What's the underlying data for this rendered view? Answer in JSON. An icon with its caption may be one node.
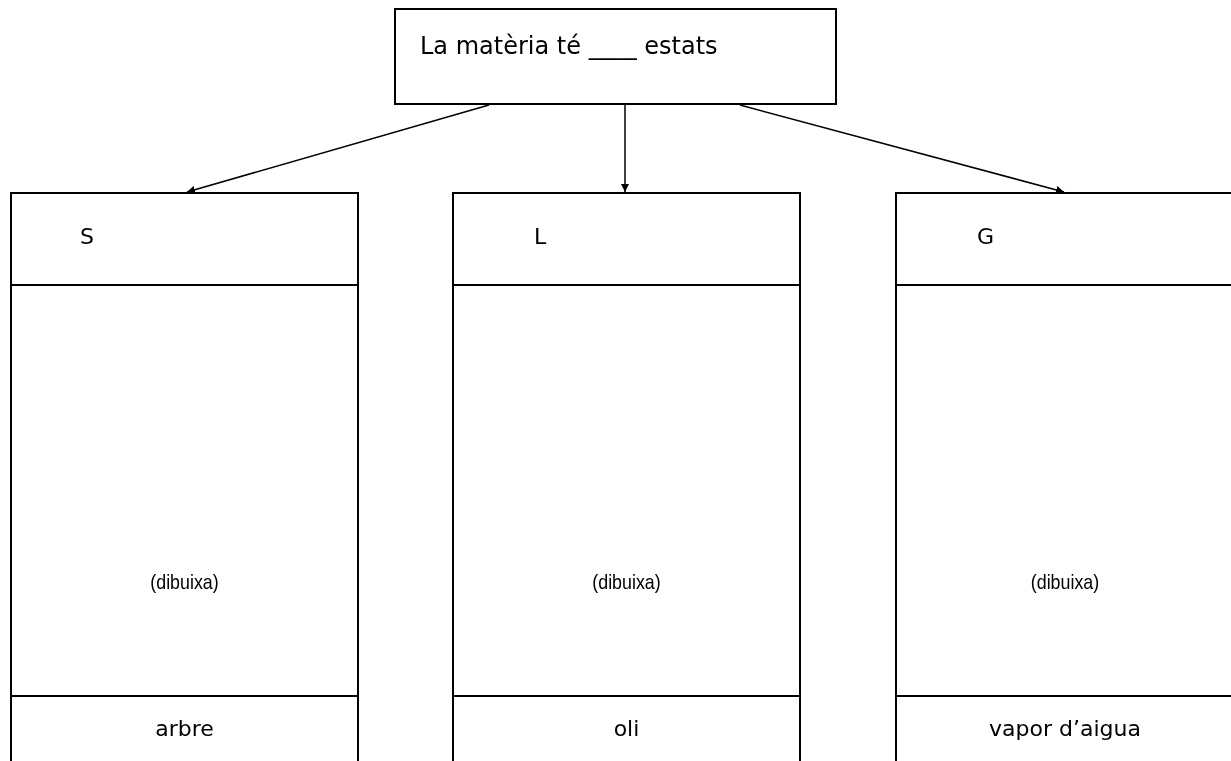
{
  "diagram": {
    "nodes": [
      {
        "text": [
          "La matèria té ____ estats"
        ]
      },
      {
        "text": [
          "S",
          "(dibuixa)",
          "arbre"
        ]
      },
      {
        "text": [
          "L",
          "(dibuixa)",
          "oli"
        ]
      },
      {
        "text": [
          "G",
          "(dibuixa)",
          "vapor d’aigua"
        ]
      }
    ],
    "edges": [
      {
        "from": 0,
        "to": 1,
        "arrow": "to"
      },
      {
        "from": 0,
        "to": 2,
        "arrow": "to"
      },
      {
        "from": 0,
        "to": 3,
        "arrow": "to"
      }
    ]
  }
}
